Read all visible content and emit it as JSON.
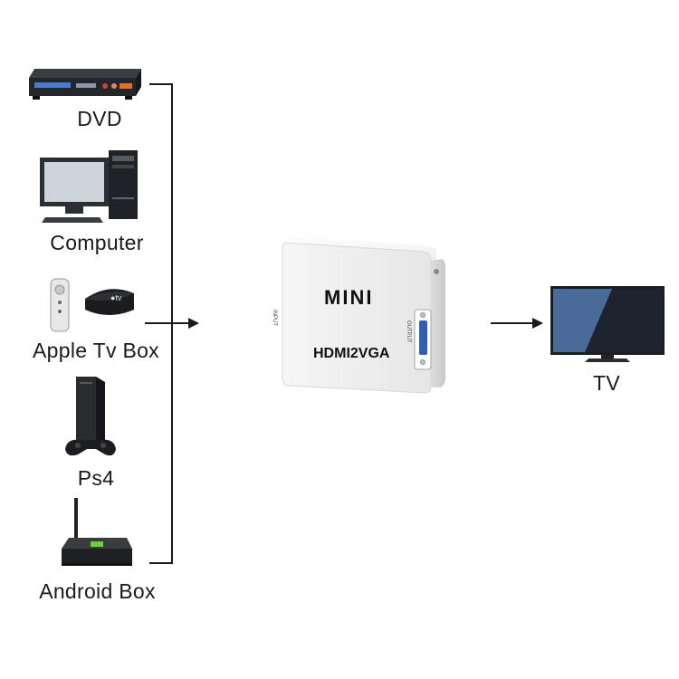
{
  "sources": [
    {
      "label": "DVD",
      "icon": "dvd-player-icon"
    },
    {
      "label": "Computer",
      "icon": "desktop-computer-icon"
    },
    {
      "label": "Apple Tv Box",
      "icon": "apple-tv-box-icon"
    },
    {
      "label": "Ps4",
      "icon": "game-console-icon"
    },
    {
      "label": "Android Box",
      "icon": "android-box-icon"
    }
  ],
  "converter": {
    "title": "MINI",
    "model": "HDMI2VGA",
    "input_label": "INPUT",
    "output_label": "OUTPUT"
  },
  "target": {
    "label": "TV",
    "icon": "tv-icon"
  },
  "colors": {
    "line": "#1a1a1a",
    "device_body": "#f4f4f4",
    "vga_port": "#2f5fae",
    "tv_screen": "#1c2430"
  }
}
